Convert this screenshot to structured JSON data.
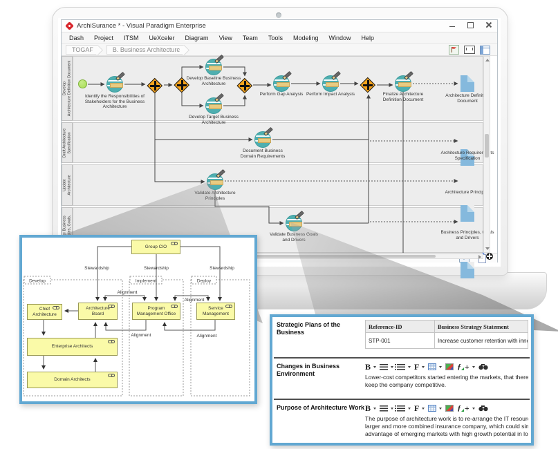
{
  "window": {
    "title": "ArchiSurance * - Visual Paradigm Enterprise",
    "menu": [
      "Dash",
      "Project",
      "ITSM",
      "UeXceler",
      "Diagram",
      "View",
      "Team",
      "Tools",
      "Modeling",
      "Window",
      "Help"
    ],
    "breadcrumb": [
      "TOGAF",
      "B. Business Architecture"
    ]
  },
  "diagram": {
    "lanes": [
      {
        "line1": "Develop",
        "line2": "Architecture Definition Document"
      },
      {
        "line1": "Draft Architecture",
        "line2": "Specification"
      },
      {
        "line1": "Update",
        "line2": "Architecture"
      },
      {
        "line1": "Update Business",
        "line2": "Principles, Goals,"
      }
    ],
    "tasks": {
      "identify": {
        "l1": "Identify the Responsibilities of",
        "l2": "Stakeholders for the Business",
        "l3": "Architecture"
      },
      "baseline": {
        "l1": "Develop Baseline Business",
        "l2": "Architecture"
      },
      "target": {
        "l1": "Develop Target Business",
        "l2": "Architecture"
      },
      "gap": {
        "l1": "Perform Gap Analysis"
      },
      "impact": {
        "l1": "Perform Impact Analysis"
      },
      "finalize": {
        "l1": "Finalize Architecture",
        "l2": "Definition Document"
      },
      "document_req": {
        "l1": "Document Business",
        "l2": "Domain Requirements"
      },
      "validate_principles": {
        "l1": "Validate Architecture",
        "l2": "Principles"
      },
      "validate_goals": {
        "l1": "Validate Business Goals",
        "l2": "and Drivers"
      }
    },
    "documents": {
      "add": {
        "l1": "Architecture Definition",
        "l2": "Document"
      },
      "ars": {
        "l1": "Architecture Requirements",
        "l2": "Specification"
      },
      "ap": {
        "l1": "Architecture Principles"
      },
      "bpgd": {
        "l1": "Business Principles, Goals",
        "l2": "and Drivers"
      }
    }
  },
  "org_chart": {
    "group_cio": "Group CIO",
    "chief": {
      "l1": "Chief",
      "l2": "Architecture"
    },
    "board": {
      "l1": "Architecture",
      "l2": "Board"
    },
    "pmo": {
      "l1": "Program",
      "l2": "Management Office"
    },
    "service": {
      "l1": "Service",
      "l2": "Management"
    },
    "enterprise": "Enterprise Architects",
    "domain": "Domain Architects",
    "groups": [
      "Develop",
      "Implement",
      "Deploy"
    ],
    "stewardship": "Stewardship",
    "alignment": "Alignment"
  },
  "table_panel": {
    "rows": [
      {
        "label": "Strategic Plans of the Business",
        "headers": [
          "Reference-ID",
          "Business Strategy Statement"
        ],
        "cells": [
          "STP-001",
          "Increase customer retention with innova"
        ]
      },
      {
        "label_l1": "Changes in Business",
        "label_l2": "Environment",
        "lines": [
          "Lower-cost competitors started entering the markets, that there we",
          "keep the company competitive."
        ]
      },
      {
        "label": "Purpose of Architecture Work",
        "lines": [
          "The purpose of architecture work is to re-arrange the IT resources",
          "larger and more combined insurance company, which could simul",
          "advantage of emerging markets with high growth potential in long"
        ]
      }
    ],
    "toolbar_glyphs": {
      "bold": "B",
      "font": "F",
      "add": "+",
      "script": "ƒ"
    }
  },
  "colors": {
    "panel_border": "#62a8d2",
    "gateway_orange": "#f6a31c",
    "task_teal": "#4fafb0",
    "start_green": "#a8dc52",
    "doc_blue": "#85b9dd",
    "org_yellow": "#fafaa8"
  }
}
